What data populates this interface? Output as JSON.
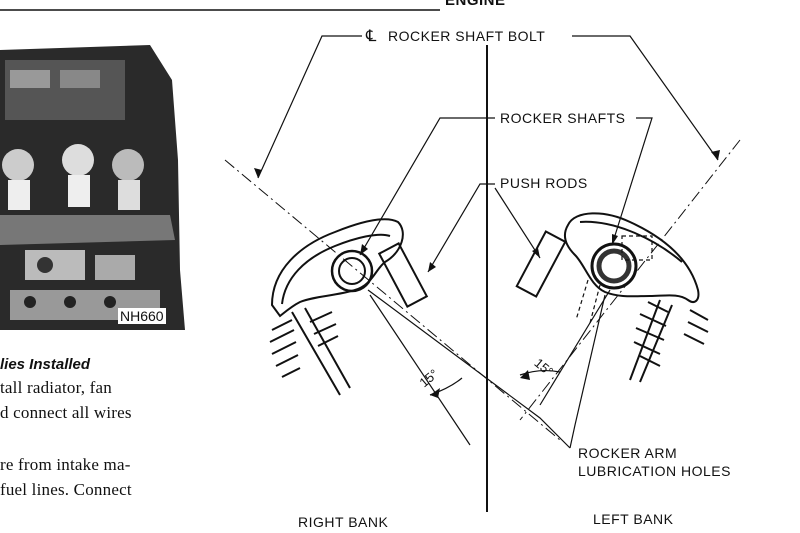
{
  "header": {
    "partial_text": "ENGINE"
  },
  "photo": {
    "label": "NH660"
  },
  "caption": "lies Installed",
  "body_lines": [
    "tall  radiator,  fan",
    "d connect all wires",
    "re from intake ma-",
    "fuel lines. Connect"
  ],
  "diagram": {
    "labels": {
      "cl_bolt": "ROCKER  SHAFT  BOLT",
      "cl_symbol": "℄",
      "rocker_shafts": "ROCKER  SHAFTS",
      "push_rods": "PUSH RODS",
      "lube_line1": "ROCKER ARM",
      "lube_line2": "LUBRICATION HOLES",
      "right_bank": "RIGHT BANK",
      "left_bank": "LEFT BANK",
      "angle_right": "15°",
      "angle_left": "15°"
    }
  }
}
